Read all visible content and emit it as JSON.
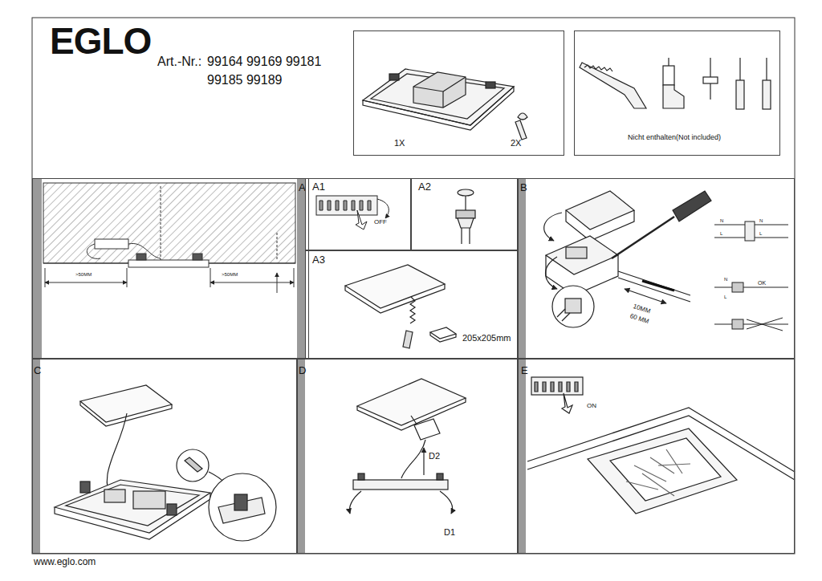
{
  "diagram": {
    "title": "EGLO",
    "nodes": [
      {
        "text": [
          "1X",
          "2X"
        ]
      },
      {
        "text": [
          "Nicht enthalten(Not included)"
        ]
      },
      {
        "text": [
          "A"
        ]
      },
      {
        "text": [
          "A1"
        ]
      },
      {
        "text": [
          "A2"
        ]
      },
      {
        "text": [
          "A3"
        ]
      },
      {
        "text": [
          "B"
        ]
      },
      {
        "text": [
          "C"
        ]
      },
      {
        "text": [
          "D"
        ]
      },
      {
        "text": [
          "E"
        ]
      }
    ],
    "labels": [
      "Art.-Nr.:",
      "99164 99169 99181",
      "99185 99189",
      ">50MM",
      ">50MM",
      "OFF",
      "205x205mm",
      "10MM",
      "60 MM",
      "N",
      "N",
      "L",
      "L",
      "N",
      "L",
      "OK",
      "D2",
      "D1",
      "ON",
      "www.eglo.com"
    ]
  }
}
